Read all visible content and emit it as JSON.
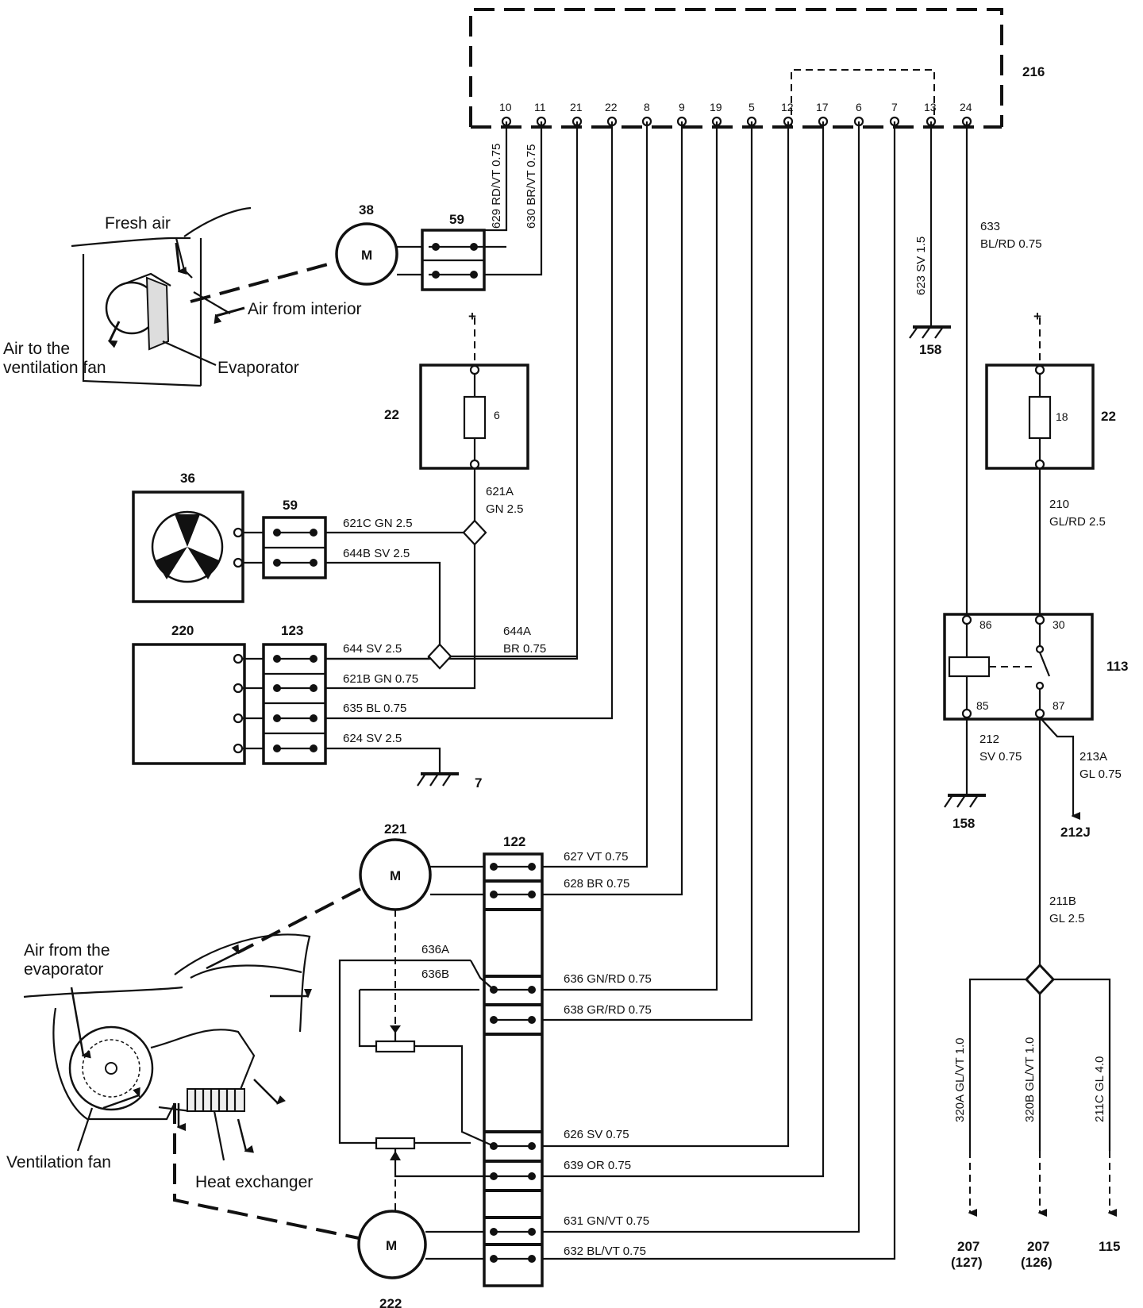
{
  "ecu": {
    "id": "216",
    "pins": [
      "10",
      "11",
      "21",
      "22",
      "8",
      "9",
      "19",
      "5",
      "12",
      "17",
      "6",
      "7",
      "13",
      "24"
    ]
  },
  "components": {
    "fan_motor_38": "38",
    "connector_59_top": "59",
    "fuse_box_22_left": "22",
    "fuse_6": "6",
    "fan_36": "36",
    "connector_59_mid": "59",
    "unit_220": "220",
    "connector_123": "123",
    "ground_7": "7",
    "ground_158_top": "158",
    "fuse_box_22_right": "22",
    "fuse_18": "18",
    "relay_113": "113",
    "relay_pin_86": "86",
    "relay_pin_30": "30",
    "relay_pin_85": "85",
    "relay_pin_87": "87",
    "ground_158_bottom": "158",
    "dest_212j": "212J",
    "motor_221": "221",
    "connector_122": "122",
    "motor_222": "222",
    "dest_207a": "207",
    "dest_207a_sub": "(127)",
    "dest_207b": "207",
    "dest_207b_sub": "(126)",
    "dest_115": "115",
    "motor_symbol": "M",
    "plus_symbol": "+"
  },
  "wires": {
    "w629": "629 RD/VT 0.75",
    "w630": "630 BR/VT 0.75",
    "w623": "623 SV 1.5",
    "w633_num": "633",
    "w633_spec": "BL/RD 0.75",
    "w621a_num": "621A",
    "w621a_spec": "GN 2.5",
    "w621c": "621C GN 2.5",
    "w644b": "644B SV 2.5",
    "w644a_num": "644A",
    "w644a_spec": "BR 0.75",
    "w644": "644 SV 2.5",
    "w621b": "621B GN 0.75",
    "w635": "635 BL 0.75",
    "w624": "624 SV 2.5",
    "w210_num": "210",
    "w210_spec": "GL/RD 2.5",
    "w212_num": "212",
    "w212_spec": "SV 0.75",
    "w213a_num": "213A",
    "w213a_spec": "GL 0.75",
    "w211b_num": "211B",
    "w211b_spec": "GL 2.5",
    "w627": "627 VT 0.75",
    "w628": "628 BR 0.75",
    "w636a": "636A",
    "w636b": "636B",
    "w636": "636 GN/RD 0.75",
    "w638": "638 GR/RD 0.75",
    "w626": "626 SV 0.75",
    "w639": "639 OR 0.75",
    "w631": "631 GN/VT 0.75",
    "w632": "632 BL/VT 0.75",
    "w320a": "320A GL/VT 1.0",
    "w320b": "320B GL/VT 1.0",
    "w211c": "211C GL 4.0"
  },
  "captions": {
    "fresh_air": "Fresh air",
    "air_from_interior": "Air from interior",
    "air_to_fan_1": "Air to the",
    "air_to_fan_2": "ventilation fan",
    "evaporator": "Evaporator",
    "air_from_evap_1": "Air from the",
    "air_from_evap_2": "evaporator",
    "ventilation_fan": "Ventilation fan",
    "heat_exchanger": "Heat exchanger"
  }
}
